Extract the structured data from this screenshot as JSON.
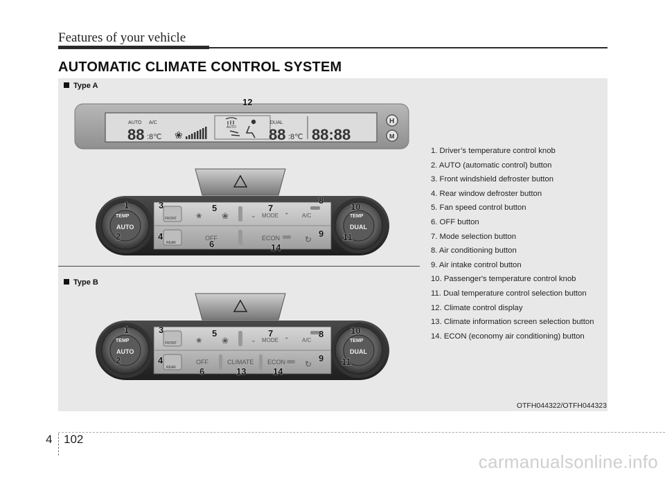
{
  "header": {
    "title": "Features of your vehicle"
  },
  "section_title": "AUTOMATIC CLIMATE CONTROL SYSTEM",
  "types": {
    "a": "Type A",
    "b": "Type B"
  },
  "display": {
    "auto": "AUTO",
    "ac": "A/C",
    "digits_left": "88",
    "unit_left": ":8℃",
    "dual": "DUAL",
    "digits_right": "88",
    "unit_right": ":8℃",
    "clock": "88:88",
    "auto_small": "AUTO",
    "btn_h": "H",
    "btn_m": "M"
  },
  "controls": {
    "temp": "TEMP",
    "auto": "AUTO",
    "dual": "DUAL",
    "front": "FRONT",
    "rear": "REAR",
    "mode": "MODE",
    "ac": "A/C",
    "off": "OFF",
    "econ": "ECON",
    "climate": "CLIMATE"
  },
  "callouts": [
    "1",
    "2",
    "3",
    "4",
    "5",
    "6",
    "7",
    "8",
    "9",
    "10",
    "11",
    "12",
    "13",
    "14"
  ],
  "legend": [
    "1. Driver’s temperature control knob",
    "2. AUTO (automatic control) button",
    "3. Front windshield defroster button",
    "4. Rear window defroster button",
    "5. Fan speed control button",
    "6. OFF button",
    "7. Mode selection button",
    "8. Air conditioning button",
    "9. Air intake control button",
    "10. Passenger's temperature control knob",
    "11. Dual temperature control selection button",
    "12. Climate control display",
    "13. Climate information screen selection button",
    "14. ECON (economy air conditioning) button"
  ],
  "figure_code": "OTFH044322/OTFH044323",
  "page": {
    "chapter": "4",
    "number": "102"
  },
  "watermark": "carmanualsonline.info"
}
